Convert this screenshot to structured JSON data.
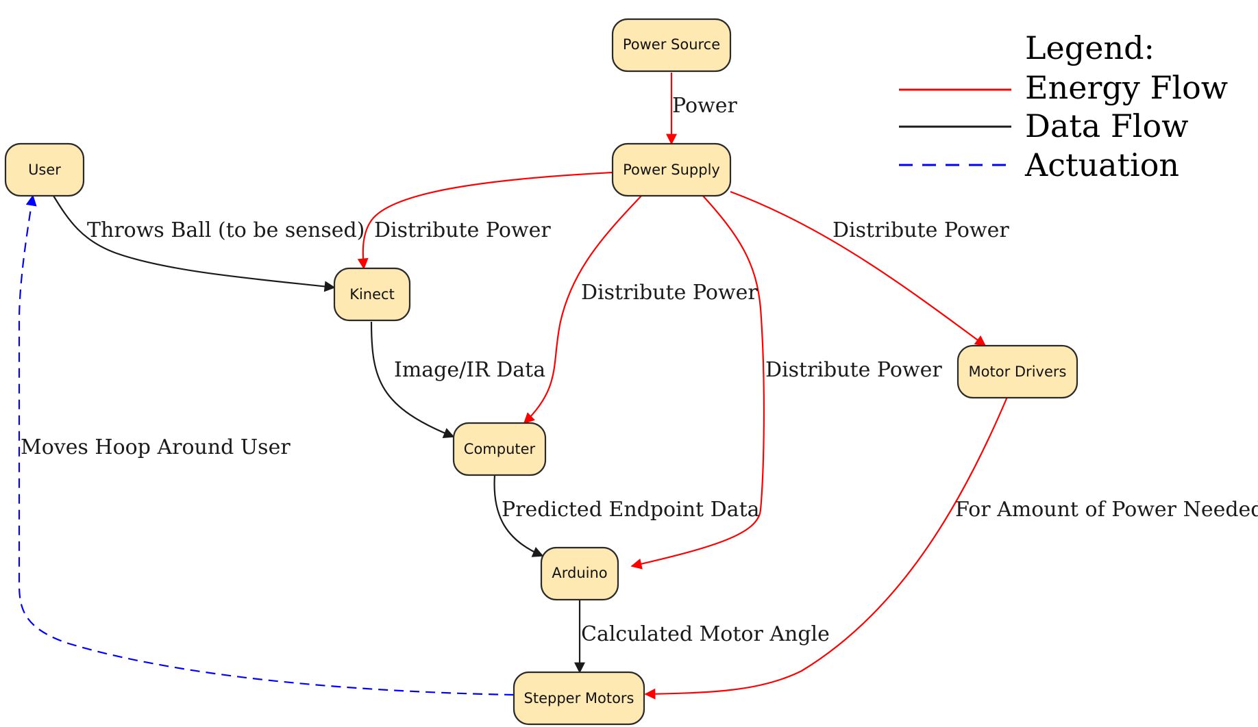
{
  "legend": {
    "title": "Legend:",
    "energy_label": "Energy Flow",
    "data_label": "Data Flow",
    "actuation_label": "Actuation"
  },
  "colors": {
    "energy": "#ff0000",
    "data": "#1a1a1a",
    "actuation": "#0000ff",
    "node_fill": "#ffe9b3",
    "node_stroke": "#2a2a2a"
  },
  "nodes": {
    "power_source": "Power Source",
    "power_supply": "Power Supply",
    "user": "User",
    "kinect": "Kinect",
    "computer": "Computer",
    "arduino": "Arduino",
    "motor_drivers": "Motor Drivers",
    "stepper_motors": "Stepper Motors"
  },
  "edges": {
    "source_to_supply": "Power",
    "supply_to_kinect": "Distribute Power",
    "supply_to_computer": "Distribute Power",
    "supply_to_arduino": "Distribute Power",
    "supply_to_drivers": "Distribute Power",
    "user_to_kinect": "Throws Ball (to be sensed)",
    "kinect_to_computer": "Image/IR Data",
    "computer_to_arduino": "Predicted Endpoint Data",
    "arduino_to_steppers": "Calculated Motor Angle",
    "drivers_to_steppers": "For Amount of Power Needed",
    "steppers_to_user": "Moves Hoop Around User"
  }
}
